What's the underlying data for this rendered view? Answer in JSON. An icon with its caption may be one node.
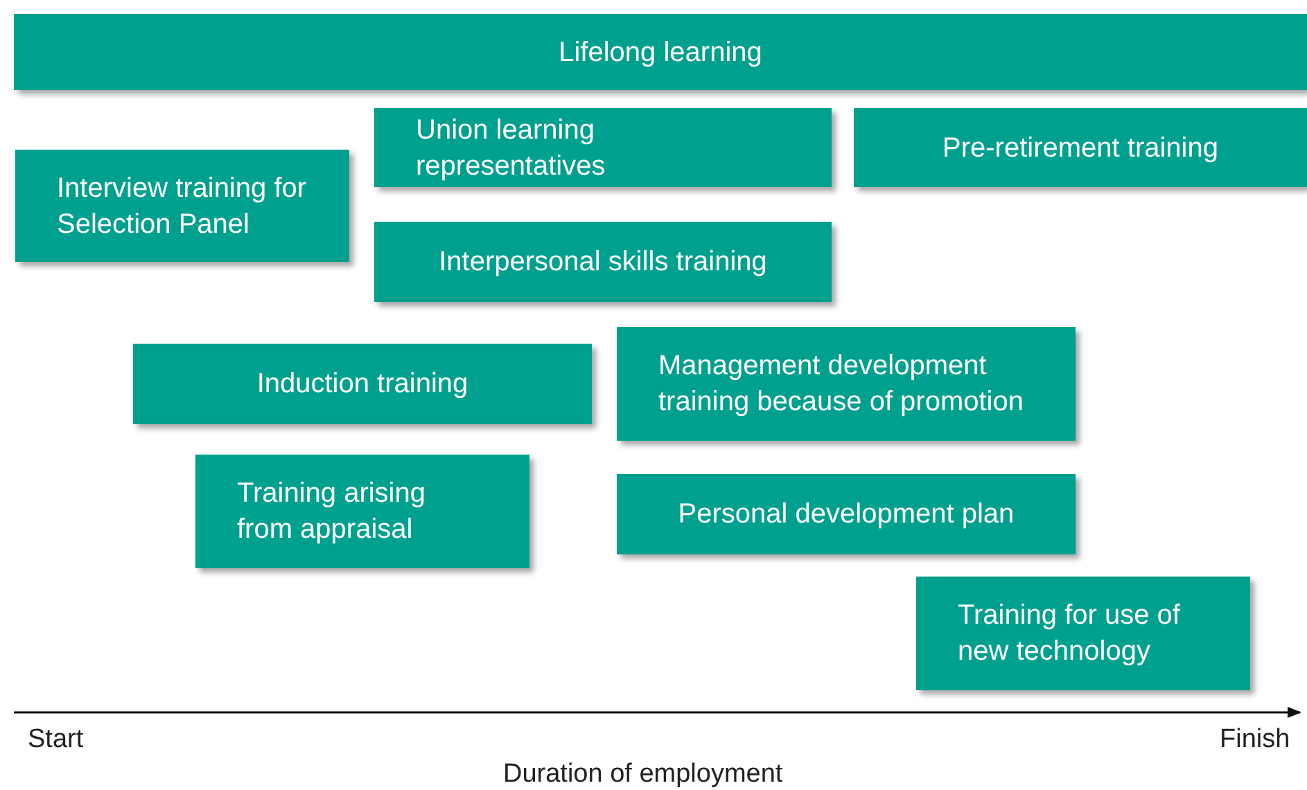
{
  "diagram": {
    "nodes": [
      {
        "text": [
          "Lifelong learning"
        ]
      },
      {
        "text": [
          "Union learning representatives"
        ]
      },
      {
        "text": [
          "Pre-retirement training"
        ]
      },
      {
        "text": [
          "Interview training for Selection Panel"
        ]
      },
      {
        "text": [
          "Interpersonal skills training"
        ]
      },
      {
        "text": [
          "Induction training"
        ]
      },
      {
        "text": [
          "Management development training because of promotion"
        ]
      },
      {
        "text": [
          "Training arising from appraisal"
        ]
      },
      {
        "text": [
          "Personal development plan"
        ]
      },
      {
        "text": [
          "Training for use of new technology"
        ]
      }
    ],
    "labels": [
      "Start",
      "Finish",
      "Duration of employment"
    ]
  }
}
